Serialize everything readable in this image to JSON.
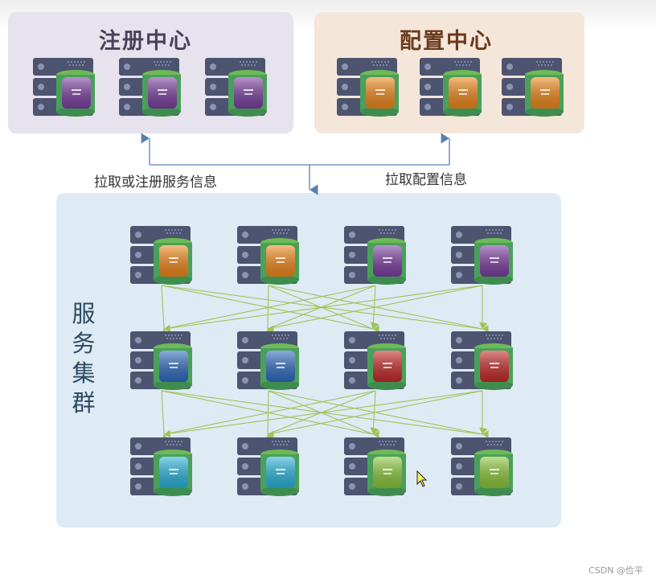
{
  "registry": {
    "title": "注册中心",
    "servers": [
      {
        "color": "purple"
      },
      {
        "color": "purple"
      },
      {
        "color": "purple"
      }
    ]
  },
  "config": {
    "title": "配置中心",
    "servers": [
      {
        "color": "orange"
      },
      {
        "color": "orange"
      },
      {
        "color": "orange"
      }
    ]
  },
  "edges": {
    "left_label": "拉取或注册服务信息",
    "right_label": "拉取配置信息"
  },
  "cluster": {
    "label": "服务集群",
    "rows": [
      [
        "orange",
        "orange",
        "purple",
        "purple"
      ],
      [
        "blue",
        "blue",
        "red",
        "red"
      ],
      [
        "cyan",
        "cyan",
        "lime",
        "lime"
      ]
    ]
  },
  "colors": {
    "purple": "#7b3fa0",
    "orange": "#f0881a",
    "blue": "#2f6bbf",
    "red": "#c52a2a",
    "cyan": "#2bb4dc",
    "lime": "#8cc83a",
    "connector": "#5b7fb0",
    "arrow": "#9fc456"
  },
  "watermark": "CSDN @俭平"
}
